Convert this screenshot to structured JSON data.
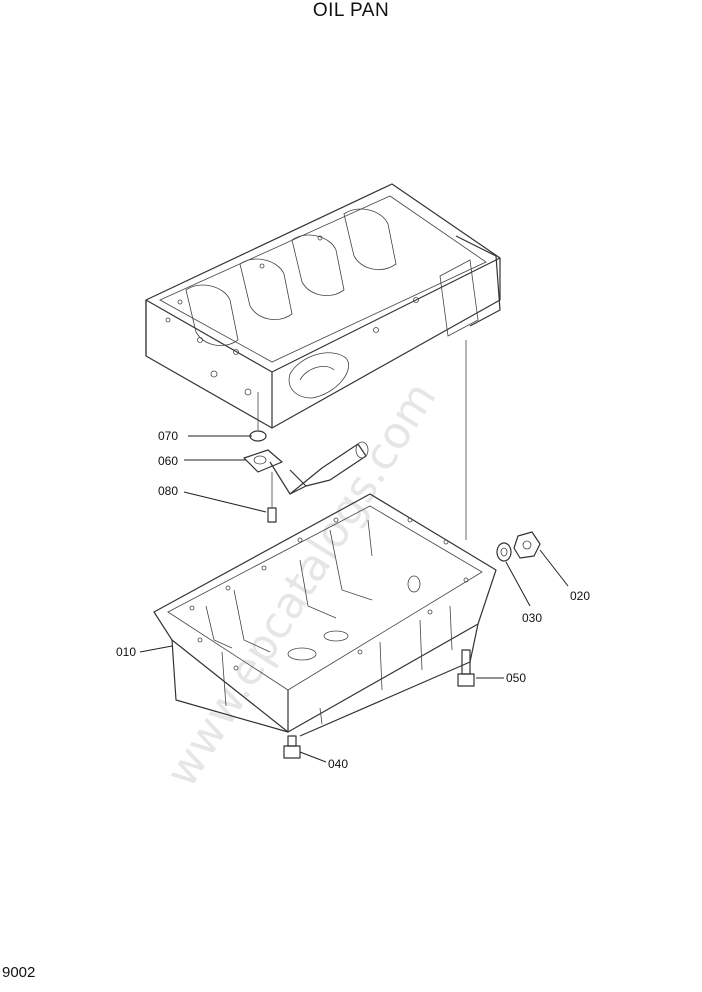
{
  "title": "OIL PAN",
  "page_number": "9002",
  "watermark": "www.epcatalogs.com",
  "callouts": [
    {
      "id": "070",
      "part": "o-ring"
    },
    {
      "id": "060",
      "part": "oil-strainer"
    },
    {
      "id": "080",
      "part": "strainer-bolt"
    },
    {
      "id": "010",
      "part": "oil-pan"
    },
    {
      "id": "020",
      "part": "drain-plug"
    },
    {
      "id": "030",
      "part": "gasket-washer"
    },
    {
      "id": "050",
      "part": "pan-bolt"
    },
    {
      "id": "040",
      "part": "plug-bolt"
    }
  ]
}
